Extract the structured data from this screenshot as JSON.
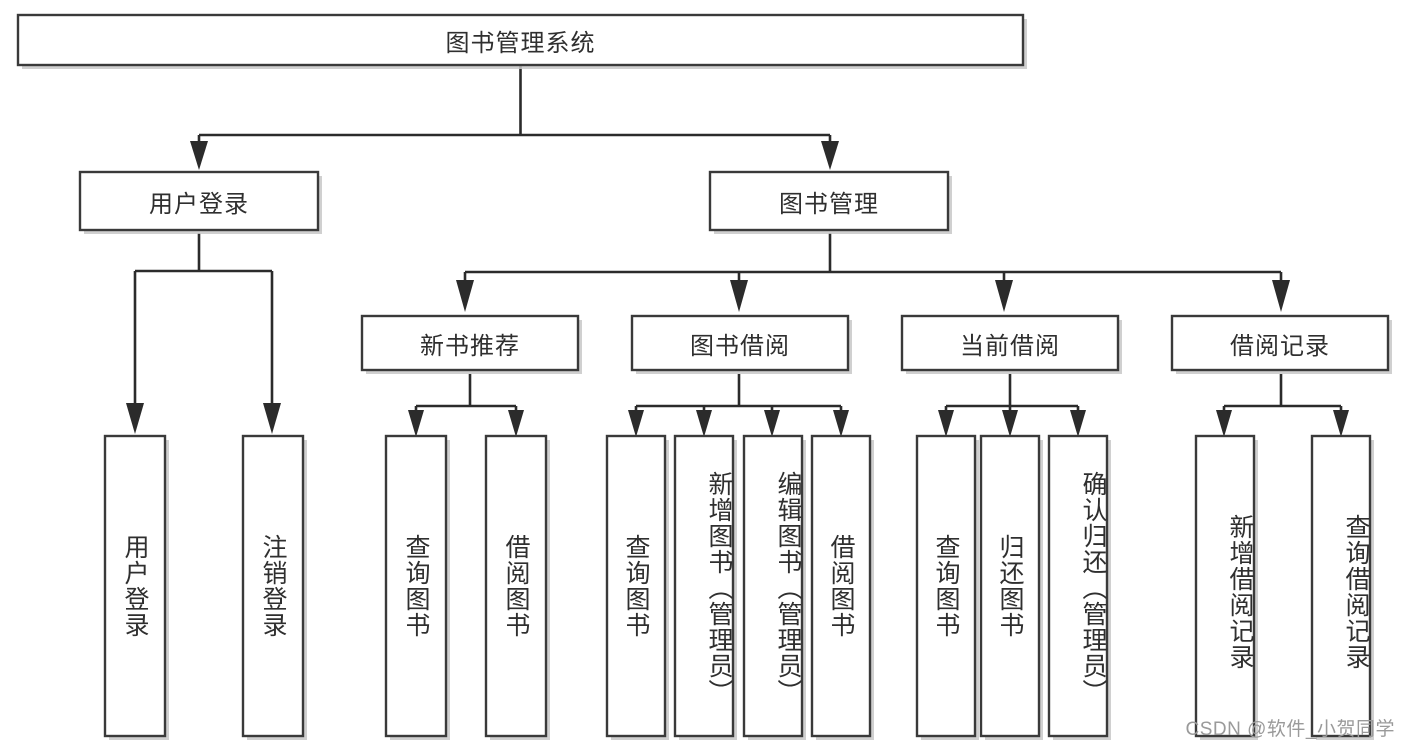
{
  "diagram": {
    "type": "tree-hierarchy-chart",
    "title": "图书管理系统",
    "background_color": "#ffffff",
    "box_fill_color": "#ffffff",
    "box_border_color": "#3a3a3a",
    "connector_color": "#2b2b2b",
    "text_color": "#2f2f2f",
    "root": {
      "id": "root",
      "label": "图书管理系统",
      "orientation": "horizontal"
    },
    "level2": [
      {
        "id": "user-login",
        "label": "用户登录",
        "orientation": "horizontal"
      },
      {
        "id": "book-manage",
        "label": "图书管理",
        "orientation": "horizontal"
      }
    ],
    "level3": [
      {
        "id": "new-book-recommend",
        "label": "新书推荐",
        "orientation": "horizontal",
        "parent": "book-manage"
      },
      {
        "id": "book-borrow",
        "label": "图书借阅",
        "orientation": "horizontal",
        "parent": "book-manage"
      },
      {
        "id": "current-borrow",
        "label": "当前借阅",
        "orientation": "horizontal",
        "parent": "book-manage"
      },
      {
        "id": "borrow-record",
        "label": "借阅记录",
        "orientation": "horizontal",
        "parent": "book-manage"
      }
    ],
    "leaves": [
      {
        "id": "leaf-user-login",
        "label": "用户登录",
        "parent": "user-login",
        "orientation": "vertical"
      },
      {
        "id": "leaf-logout-login",
        "label": "注销登录",
        "parent": "user-login",
        "orientation": "vertical"
      },
      {
        "id": "leaf-query-book-1",
        "label": "查询图书",
        "parent": "new-book-recommend",
        "orientation": "vertical"
      },
      {
        "id": "leaf-borrow-book-1",
        "label": "借阅图书",
        "parent": "new-book-recommend",
        "orientation": "vertical"
      },
      {
        "id": "leaf-query-book-2",
        "label": "查询图书",
        "parent": "book-borrow",
        "orientation": "vertical"
      },
      {
        "id": "leaf-add-book",
        "label": "新增图书（管理员）",
        "parent": "book-borrow",
        "orientation": "vertical"
      },
      {
        "id": "leaf-edit-book",
        "label": "编辑图书（管理员）",
        "parent": "book-borrow",
        "orientation": "vertical"
      },
      {
        "id": "leaf-borrow-book-2",
        "label": "借阅图书",
        "parent": "book-borrow",
        "orientation": "vertical"
      },
      {
        "id": "leaf-query-book-3",
        "label": "查询图书",
        "parent": "current-borrow",
        "orientation": "vertical"
      },
      {
        "id": "leaf-return-book",
        "label": "归还图书",
        "parent": "current-borrow",
        "orientation": "vertical"
      },
      {
        "id": "leaf-confirm-return",
        "label": "确认归还（管理员）",
        "parent": "current-borrow",
        "orientation": "vertical"
      },
      {
        "id": "leaf-add-record",
        "label": "新增借阅记录",
        "parent": "borrow-record",
        "orientation": "vertical"
      },
      {
        "id": "leaf-query-record",
        "label": "查询借阅记录",
        "parent": "borrow-record",
        "orientation": "vertical"
      }
    ]
  },
  "watermark": {
    "text": "CSDN @软件_小贺同学"
  }
}
